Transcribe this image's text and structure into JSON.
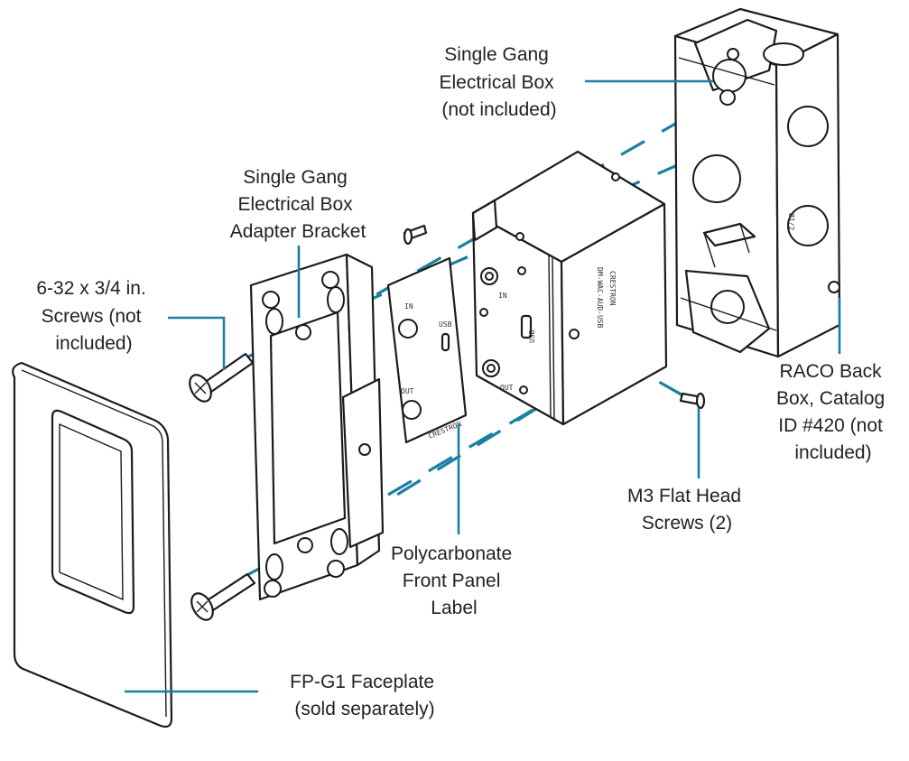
{
  "labels": {
    "electrical_box": [
      "Single Gang",
      "Electrical Box",
      "(not included)"
    ],
    "adapter_bracket": [
      "Single Gang",
      "Electrical Box",
      "Adapter Bracket"
    ],
    "screws_632": [
      "6-32 x 3/4 in.",
      "Screws (not",
      "included)"
    ],
    "raco_box": [
      "RACO Back",
      "Box, Catalog",
      "ID #420 (not",
      "included)"
    ],
    "m3_screws": [
      "M3 Flat Head",
      "Screws (2)"
    ],
    "front_label": [
      "Polycarbonate",
      "Front Panel",
      "Label"
    ],
    "faceplate": [
      "FP-G1 Faceplate",
      "(sold separately)"
    ]
  },
  "device_text": {
    "brand": "CRESTRON",
    "model": "DM-WAC-AUD-USB",
    "port_in": "IN",
    "port_out": "OUT",
    "port_usb": "USB"
  },
  "colors": {
    "leader": "#1a7fa3",
    "outline": "#1b1b1b",
    "text": "#222222"
  }
}
